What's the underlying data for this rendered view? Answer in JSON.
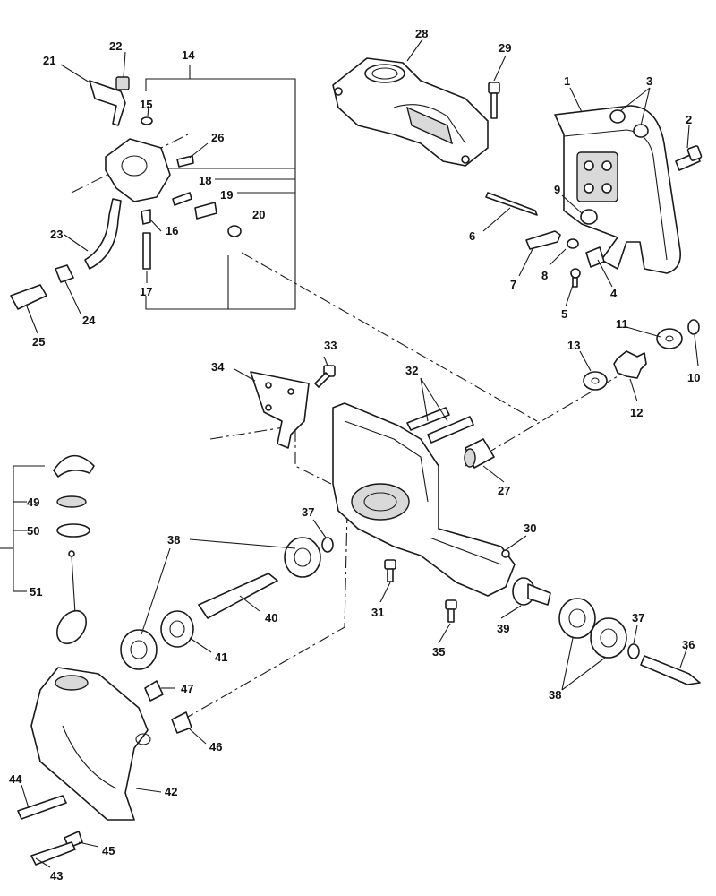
{
  "labels": [
    "1",
    "2",
    "3",
    "4",
    "5",
    "6",
    "7",
    "8",
    "9",
    "10",
    "11",
    "12",
    "13",
    "14",
    "15",
    "16",
    "17",
    "18",
    "19",
    "20",
    "21",
    "22",
    "23",
    "24",
    "25",
    "26",
    "27",
    "28",
    "29",
    "30",
    "31",
    "32",
    "33",
    "34",
    "35",
    "36",
    "37",
    "37",
    "38",
    "38",
    "39",
    "40",
    "41",
    "42",
    "43",
    "44",
    "45",
    "46",
    "47",
    "49",
    "50",
    "51"
  ]
}
